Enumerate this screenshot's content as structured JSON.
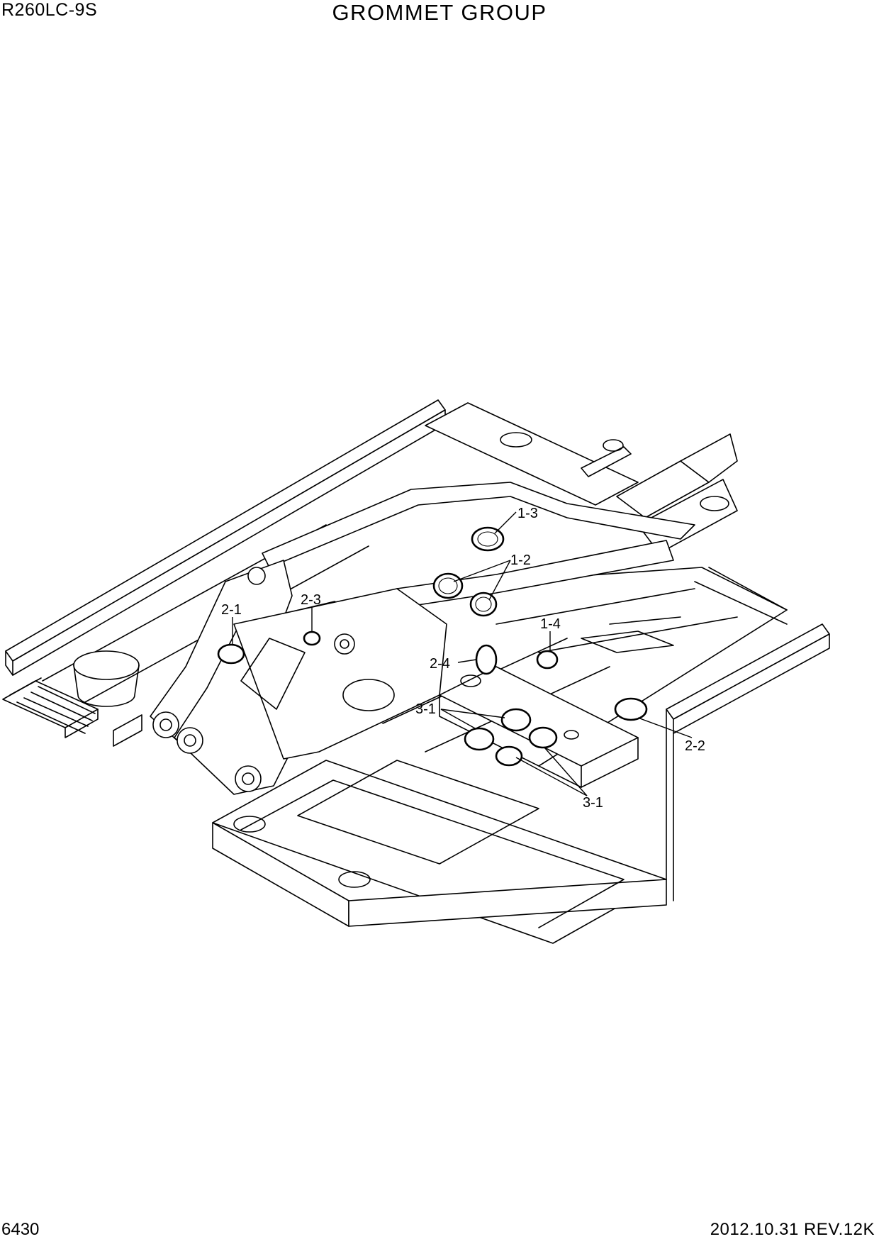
{
  "header": {
    "model": "R260LC-9S",
    "title": "GROMMET GROUP"
  },
  "footer": {
    "page_number": "6430",
    "date_revision": "2012.10.31  REV.12K"
  },
  "callouts": {
    "c_1_3": "1-3",
    "c_1_2": "1-2",
    "c_1_4": "1-4",
    "c_2_1": "2-1",
    "c_2_3": "2-3",
    "c_2_4": "2-4",
    "c_2_2": "2-2",
    "c_3_1_upper": "3-1",
    "c_3_1_lower": "3-1"
  }
}
